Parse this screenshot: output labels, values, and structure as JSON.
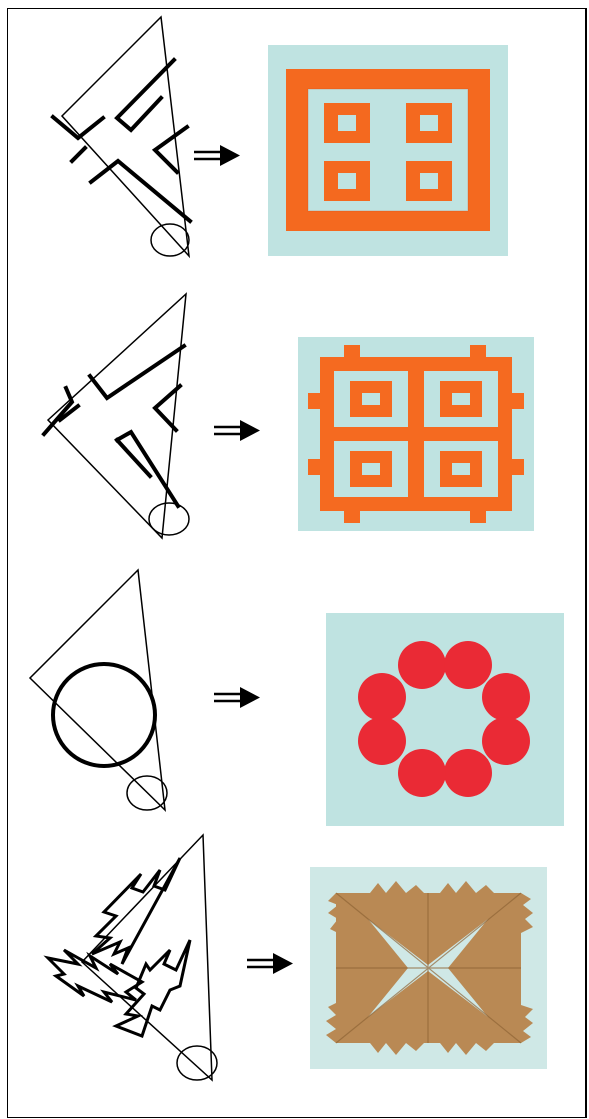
{
  "figure": {
    "rows": [
      {
        "id": "row-1",
        "cut_shape": "square-key-pattern",
        "paper_color": "#f4691f",
        "background": "#bfe3e1"
      },
      {
        "id": "row-2",
        "cut_shape": "cross-window-pattern",
        "paper_color": "#f56a20",
        "background": "#bfe3e1"
      },
      {
        "id": "row-3",
        "cut_shape": "circle",
        "paper_color": "#ea2a35",
        "background": "#bfe3e1"
      },
      {
        "id": "row-4",
        "cut_shape": "pine-tree",
        "paper_color": "#b98954",
        "background": "#cfe8e6"
      }
    ],
    "icons": [
      "fold-diagram",
      "double-arrow-icon",
      "cut-paper-photo"
    ]
  }
}
